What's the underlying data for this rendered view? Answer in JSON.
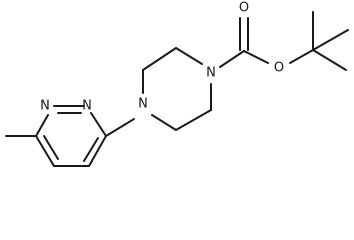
{
  "molecule": {
    "atoms": {
      "ring_N1": "N",
      "ring_N2": "N",
      "pip_N_left": "N",
      "pip_N_right": "N",
      "carbonyl_O": "O",
      "ester_O": "O"
    }
  }
}
